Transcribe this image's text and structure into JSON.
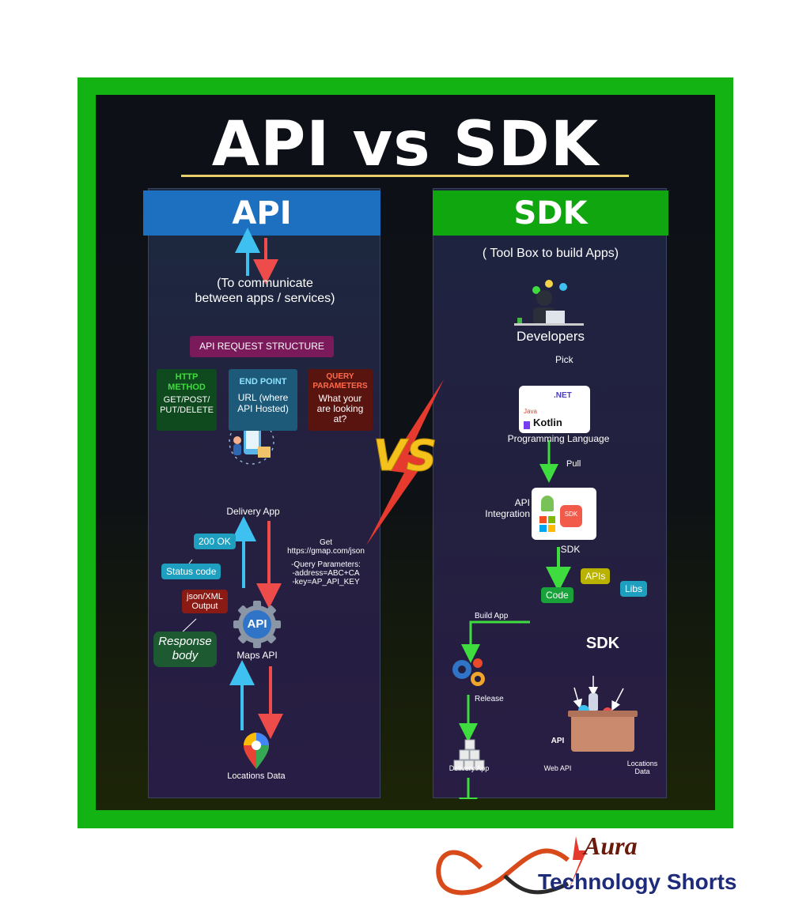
{
  "title": "API vs SDK",
  "vs_label": "VS",
  "api": {
    "header": "API",
    "purpose_line1": "(To communicate",
    "purpose_line2": "between apps / services)",
    "request_structure": "API REQUEST STRUCTURE",
    "http_method": {
      "title_line1": "HTTP",
      "title_line2": "METHOD",
      "body_line1": "GET/POST/",
      "body_line2": "PUT/DELETE"
    },
    "end_point": {
      "title": "END POINT",
      "body_line1": "URL (where",
      "body_line2": "API Hosted)"
    },
    "query_params": {
      "title_line1": "QUERY",
      "title_line2": "PARAMETERS",
      "body_line1": "What your",
      "body_line2": "are looking",
      "body_line3": "at?"
    },
    "delivery_app": "Delivery App",
    "status_ok": "200 OK",
    "status_code": "Status code",
    "output_line1": "json/XML",
    "output_line2": "Output",
    "response_line1": "Response",
    "response_line2": "body",
    "maps_api": "Maps API",
    "api_badge": "API",
    "request_get": "Get",
    "request_url": "https://gmap.com/json",
    "request_qp": "-Query Parameters:",
    "request_address": "-address=ABC+CA",
    "request_key": "-key=AP_API_KEY",
    "locations_data": "Locations Data"
  },
  "sdk": {
    "header": "SDK",
    "tagline": "( Tool Box to build Apps)",
    "developers": "Developers",
    "pick": "Pick",
    "lang_java": "Java",
    "lang_net": ".NET",
    "lang_kotlin": "Kotlin",
    "programming_language": "Programming Language",
    "pull": "Pull",
    "api_integration_line1": "API",
    "api_integration_line2": "Integration",
    "sdk_label": "SDK",
    "sdk_logo": "SDK",
    "build_app": "Build App",
    "release": "Release",
    "toolbox_apis": "APIs",
    "toolbox_code": "Code",
    "toolbox_libs": "Libs",
    "toolbox_sdk": "SDK",
    "delivery_app": "Delivery App",
    "web_api": "Web API",
    "web_api_badge": "API",
    "locations_line1": "Locations",
    "locations_line2": "Data"
  },
  "brand": {
    "line1": "Aura",
    "line2": "Technology Shorts"
  },
  "colors": {
    "frame": "#12b312",
    "api_header": "#1d6fc0",
    "sdk_header": "#10a60f",
    "arrow_up": "#3ec1f0",
    "arrow_down": "#ee4b4b",
    "arrow_green": "#3fdc3f",
    "rule": "#e9cf6a"
  }
}
